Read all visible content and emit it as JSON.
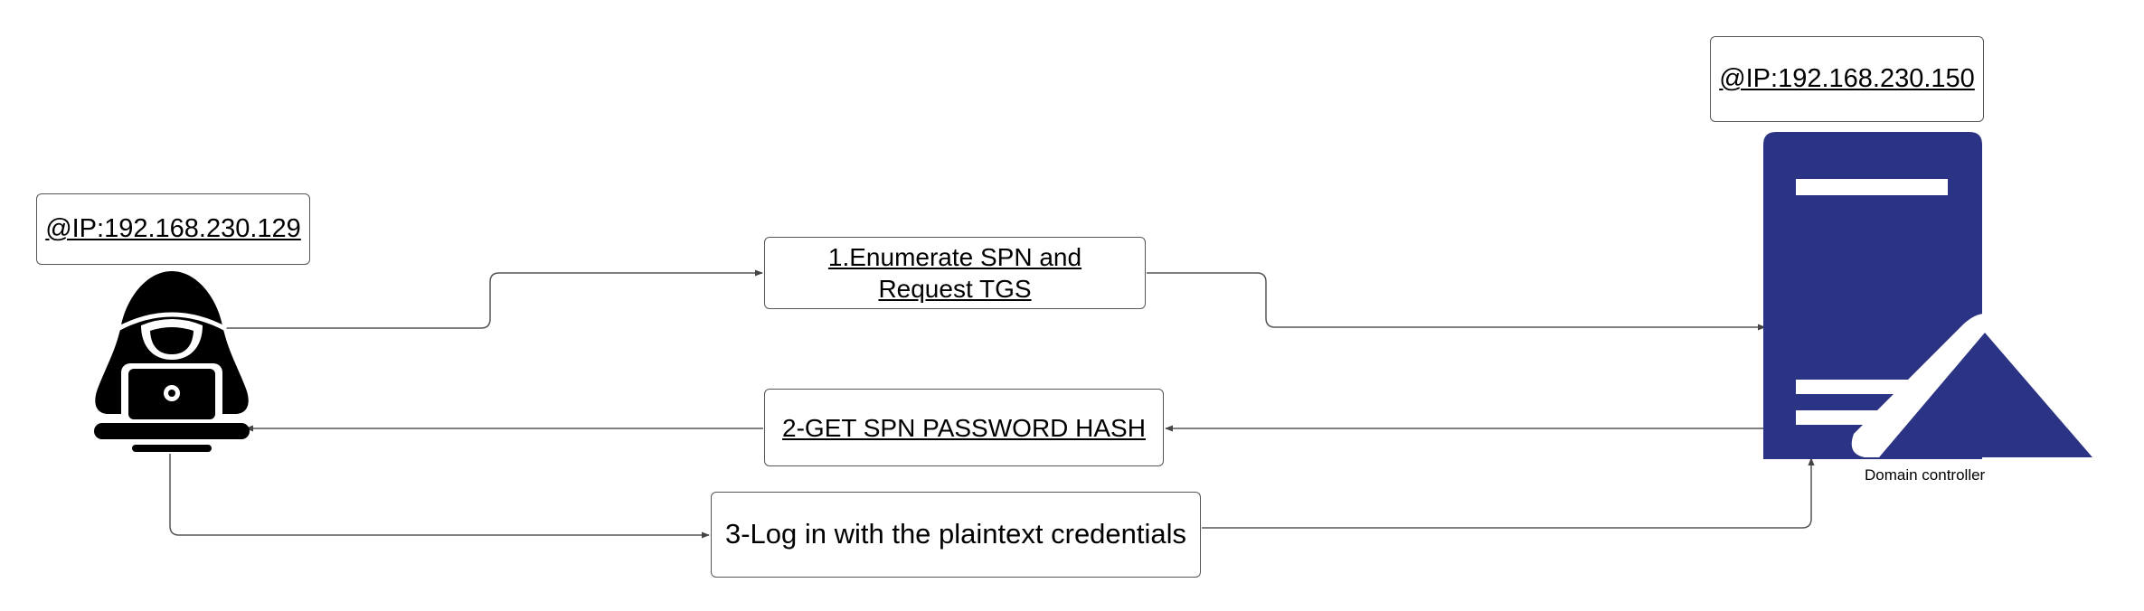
{
  "attacker": {
    "ip_label": "@IP:192.168.230.129",
    "icon": "hacker-icon"
  },
  "domain_controller": {
    "ip_label": "@IP:192.168.230.150",
    "icon": "server-icon",
    "caption": "Domain controller"
  },
  "steps": [
    {
      "line1": "1.Enumerate SPN  and",
      "line2": "Request TGS"
    },
    {
      "label": "2-GET SPN  PASSWORD HASH"
    },
    {
      "label": "3-Log in with the plaintext credentials"
    }
  ],
  "colors": {
    "server": "#2b3384",
    "hacker": "#000000",
    "line": "#555555"
  }
}
